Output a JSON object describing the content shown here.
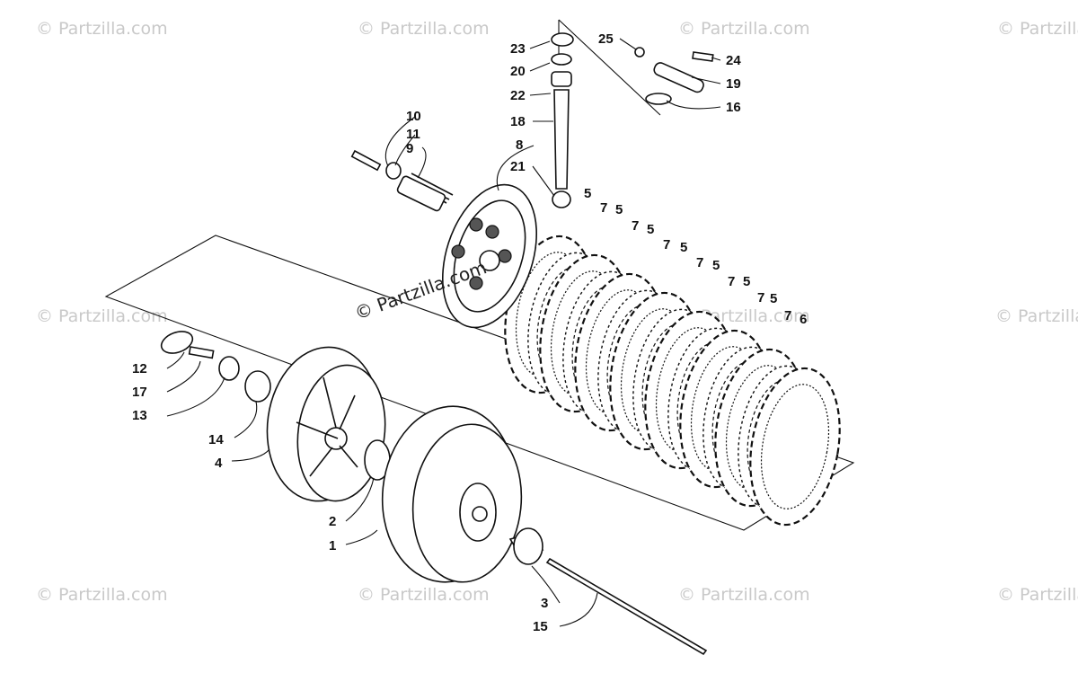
{
  "watermark": {
    "text": "© Partzilla.com",
    "center_text": "© Partzilla.com"
  },
  "callouts": {
    "c1": "1",
    "c2": "2",
    "c3": "3",
    "c4": "4",
    "c5a": "5",
    "c5b": "5",
    "c5c": "5",
    "c5d": "5",
    "c5e": "5",
    "c5f": "5",
    "c5g": "5",
    "c6": "6",
    "c7a": "7",
    "c7b": "7",
    "c7c": "7",
    "c7d": "7",
    "c7e": "7",
    "c7f": "7",
    "c7g": "7",
    "c8": "8",
    "c9": "9",
    "c10": "10",
    "c11": "11",
    "c12": "12",
    "c13": "13",
    "c14": "14",
    "c15": "15",
    "c16": "16",
    "c17": "17",
    "c18": "18",
    "c19": "19",
    "c20": "20",
    "c21": "21",
    "c22": "22",
    "c23": "23",
    "c24": "24",
    "c25": "25"
  },
  "colors": {
    "line": "#111111",
    "watermark": "#c9c9c9",
    "background": "#ffffff"
  }
}
